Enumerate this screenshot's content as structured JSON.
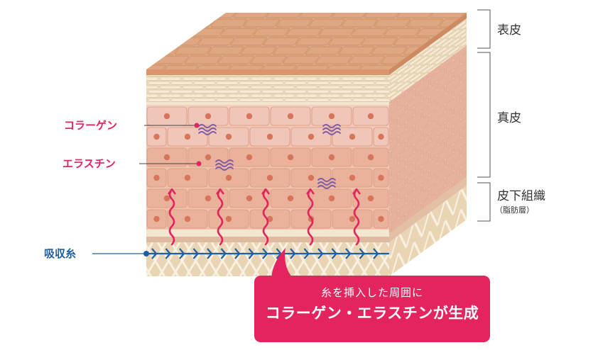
{
  "labels": {
    "collagen": "コラーゲン",
    "elastin": "エラスチン",
    "thread": "吸収糸"
  },
  "layers": {
    "epidermis": "表皮",
    "dermis": "真皮",
    "subcutaneous": "皮下組織",
    "subcutaneous_note": "（脂肪層）"
  },
  "callout": {
    "line1": "糸を挿入した周囲に",
    "line2": "コラーゲン・エラスチンが生成"
  },
  "colors": {
    "accent_pink": "#e3245f",
    "thread_blue": "#1f5fa3",
    "epidermis_top": "#dca57e",
    "dermis_cell": "#edb59e",
    "fat": "#e8d3b0"
  }
}
